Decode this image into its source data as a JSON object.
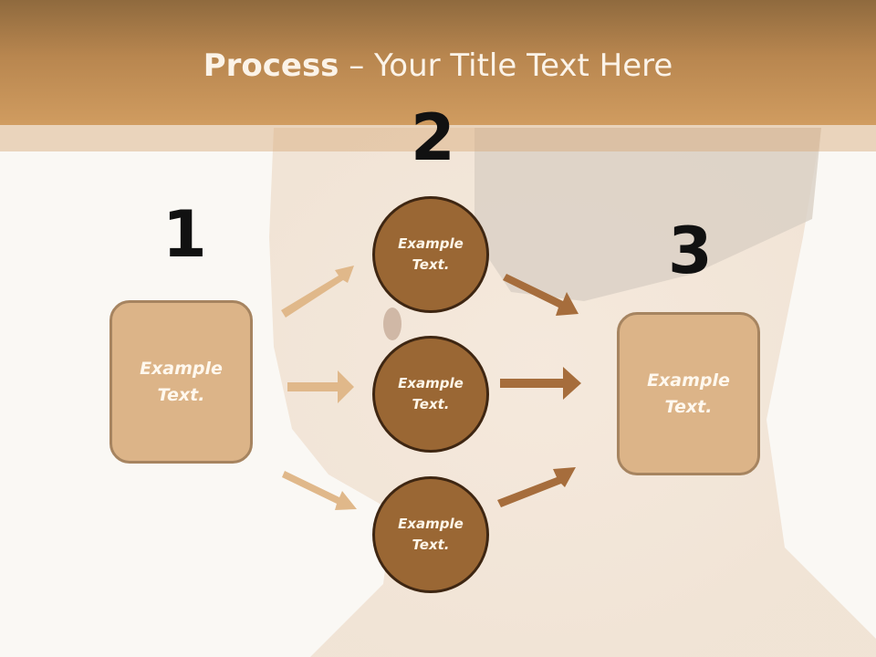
{
  "title": {
    "bold": "Process",
    "rest": " – Your Title Text Here"
  },
  "steps": [
    "1",
    "2",
    "3"
  ],
  "boxes": {
    "left": [
      "Example",
      "Text."
    ],
    "right": [
      "Example",
      "Text."
    ]
  },
  "circles": [
    {
      "line1": "Example",
      "line2": "Text."
    },
    {
      "line1": "Example",
      "line2": "Text."
    },
    {
      "line1": "Example",
      "line2": "Text."
    }
  ],
  "colors": {
    "header": "#c69058",
    "box_fill": "#dcb488",
    "circle_fill": "#9a6734",
    "arrow_light": "#e0b88a",
    "arrow_dark": "#a66d3c"
  }
}
